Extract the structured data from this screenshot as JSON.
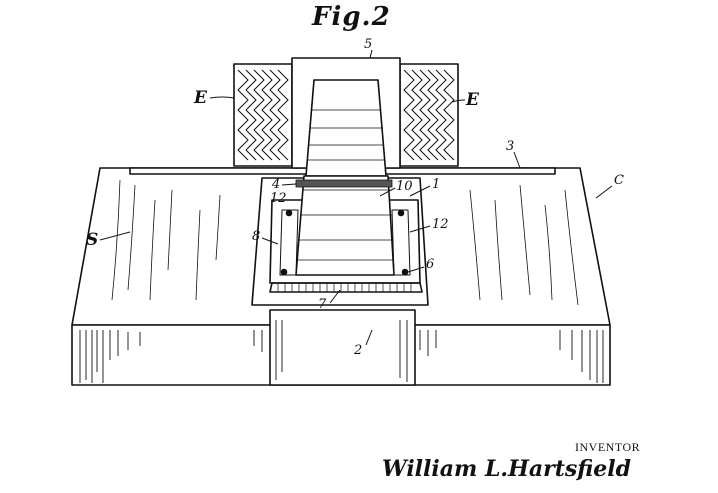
{
  "figure": {
    "title": "Fig.2"
  },
  "labels": {
    "E_left": "E",
    "E_right": "E",
    "n5": "5",
    "n3": "3",
    "C": "C",
    "S": "S",
    "n4": "4",
    "n12a": "12",
    "n10": "10",
    "n1": "1",
    "n12b": "12",
    "n8": "8",
    "n6": "6",
    "n7": "7",
    "n2": "2"
  },
  "inventor": {
    "label": "INVENTOR",
    "name": "William L.Hartsfield"
  }
}
